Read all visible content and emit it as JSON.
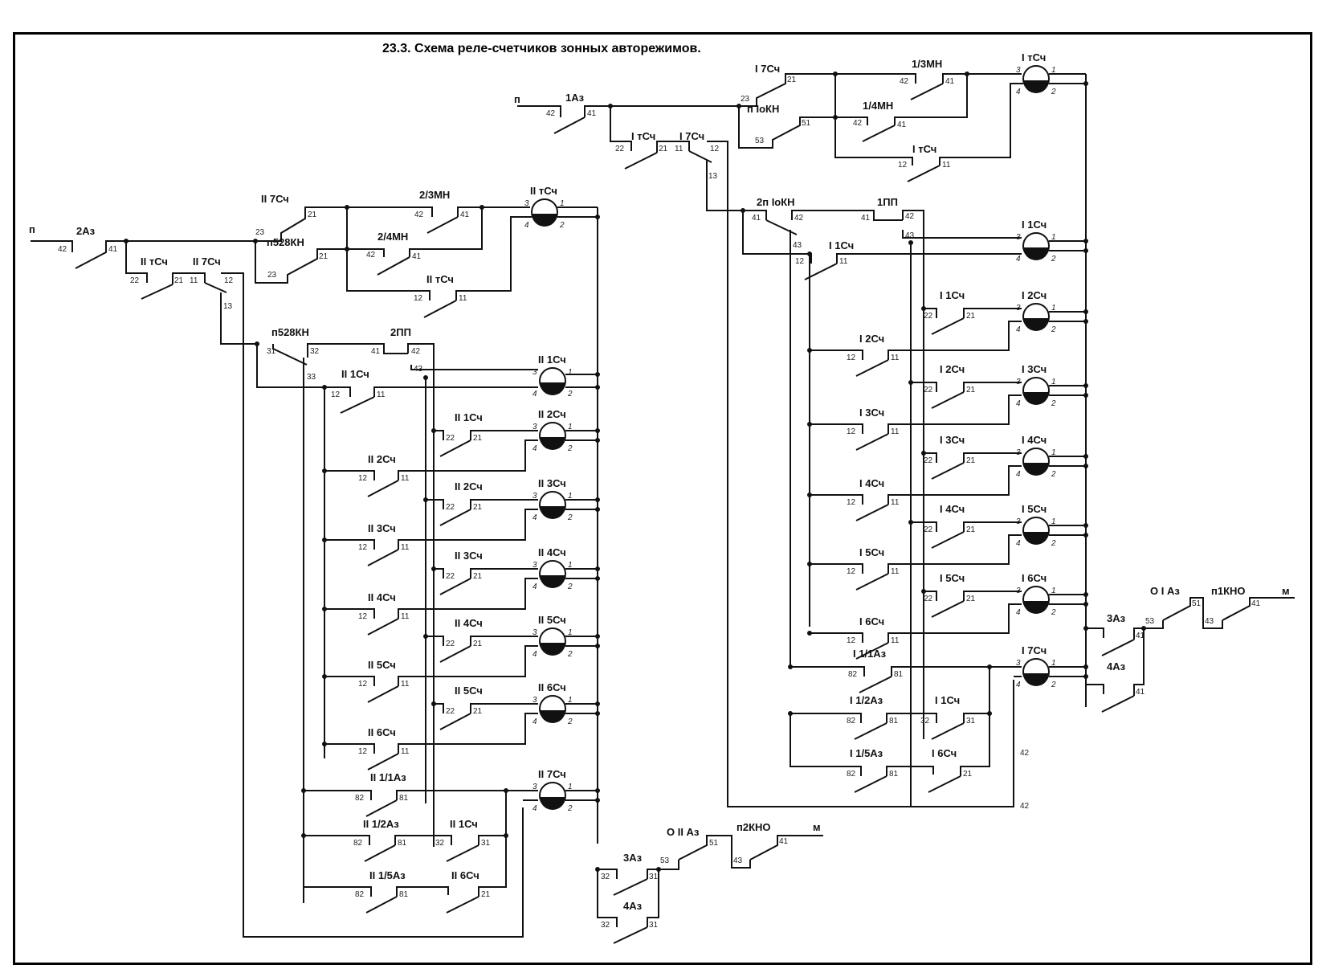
{
  "title": "23.3. Схема реле-счетчиков зонных авторежимов.",
  "colors": {
    "line": "#111111",
    "background": "#ffffff"
  },
  "terminals": {
    "plus": "п",
    "minus": "м"
  },
  "left_circuit": {
    "supply": "2Аз",
    "relays": [
      "II тСч",
      "II 1Сч",
      "II 2Сч",
      "II 3Сч",
      "II 4Сч",
      "II 5Сч",
      "II 6Сч",
      "II 7Сч"
    ],
    "contacts": [
      {
        "name": "2Аз",
        "pins": [
          "42",
          "41"
        ]
      },
      {
        "name": "II тСч",
        "pins": [
          "22",
          "21"
        ]
      },
      {
        "name": "II 7Сч",
        "pins": [
          "11",
          "12",
          "13"
        ]
      },
      {
        "name": "II 7Сч",
        "pins": [
          "23",
          "21"
        ]
      },
      {
        "name": "п528КН",
        "pins": [
          "23",
          "21"
        ]
      },
      {
        "name": "2/3МН",
        "pins": [
          "42",
          "41"
        ]
      },
      {
        "name": "2/4МН",
        "pins": [
          "42",
          "41"
        ]
      },
      {
        "name": "II тСч",
        "pins": [
          "12",
          "11"
        ]
      },
      {
        "name": "п528КН",
        "pins": [
          "31",
          "32",
          "33"
        ]
      },
      {
        "name": "2ПП",
        "pins": [
          "41",
          "42",
          "43"
        ]
      },
      {
        "name": "II 1Сч",
        "pins": [
          "12",
          "11"
        ]
      },
      {
        "name": "II 1Сч",
        "pins": [
          "22",
          "21"
        ]
      },
      {
        "name": "II 2Сч",
        "pins": [
          "12",
          "11"
        ]
      },
      {
        "name": "II 2Сч",
        "pins": [
          "22",
          "21"
        ]
      },
      {
        "name": "II 3Сч",
        "pins": [
          "12",
          "11"
        ]
      },
      {
        "name": "II 3Сч",
        "pins": [
          "22",
          "21"
        ]
      },
      {
        "name": "II 4Сч",
        "pins": [
          "12",
          "11"
        ]
      },
      {
        "name": "II 4Сч",
        "pins": [
          "22",
          "21"
        ]
      },
      {
        "name": "II 5Сч",
        "pins": [
          "12",
          "11"
        ]
      },
      {
        "name": "II 5Сч",
        "pins": [
          "22",
          "21"
        ]
      },
      {
        "name": "II 6Сч",
        "pins": [
          "12",
          "11"
        ]
      },
      {
        "name": "II 1/1Аз",
        "pins": [
          "82",
          "81"
        ]
      },
      {
        "name": "II 1/2Аз",
        "pins": [
          "82",
          "81"
        ]
      },
      {
        "name": "II 1Сч",
        "pins": [
          "32",
          "31"
        ]
      },
      {
        "name": "II 1/5Аз",
        "pins": [
          "82",
          "81"
        ]
      },
      {
        "name": "II 6Сч",
        "pins": [
          "21"
        ]
      },
      {
        "name": "3Аз",
        "pins": [
          "32",
          "31"
        ]
      },
      {
        "name": "4Аз",
        "pins": [
          "32",
          "31"
        ]
      },
      {
        "name": "О II Аз",
        "pins": [
          "53",
          "51"
        ]
      },
      {
        "name": "п2КНО",
        "pins": [
          "43",
          "41"
        ]
      }
    ]
  },
  "right_circuit": {
    "supply": "1Аз",
    "relays": [
      "I тСч",
      "I 1Сч",
      "I 2Сч",
      "I 3Сч",
      "I 4Сч",
      "I 5Сч",
      "I 6Сч",
      "I 7Сч"
    ],
    "contacts": [
      {
        "name": "1Аз",
        "pins": [
          "42",
          "41"
        ]
      },
      {
        "name": "I тСч",
        "pins": [
          "22",
          "21"
        ]
      },
      {
        "name": "I 7Сч",
        "pins": [
          "11",
          "12",
          "13"
        ]
      },
      {
        "name": "I 7Сч",
        "pins": [
          "23",
          "21"
        ]
      },
      {
        "name": "п IoКН",
        "pins": [
          "53",
          "51"
        ]
      },
      {
        "name": "1/3МН",
        "pins": [
          "42",
          "41"
        ]
      },
      {
        "name": "1/4МН",
        "pins": [
          "42",
          "41"
        ]
      },
      {
        "name": "I тСч",
        "pins": [
          "12",
          "11"
        ]
      },
      {
        "name": "2п IoКН",
        "pins": [
          "41",
          "42",
          "43"
        ]
      },
      {
        "name": "1ПП",
        "pins": [
          "41",
          "42",
          "43"
        ]
      },
      {
        "name": "I 1Сч",
        "pins": [
          "12",
          "11"
        ]
      },
      {
        "name": "I 1/1Аз",
        "pins": [
          "82",
          "81"
        ]
      },
      {
        "name": "I 1/2Аз",
        "pins": [
          "82",
          "81"
        ]
      },
      {
        "name": "I 1Сч",
        "pins": [
          "32",
          "31"
        ]
      },
      {
        "name": "I 1/5Аз",
        "pins": [
          "82",
          "81"
        ]
      },
      {
        "name": "I 6Сч",
        "pins": [
          "21"
        ]
      },
      {
        "name": "3Аз",
        "pins": [
          "41"
        ]
      },
      {
        "name": "4Аз",
        "pins": [
          "41"
        ]
      },
      {
        "name": "О I Аз",
        "pins": [
          "53",
          "51"
        ]
      },
      {
        "name": "п1КНО",
        "pins": [
          "43",
          "41"
        ]
      }
    ],
    "wire_labels": [
      "42",
      "42"
    ]
  },
  "coil_pins": [
    "3",
    "1",
    "4",
    "2"
  ]
}
